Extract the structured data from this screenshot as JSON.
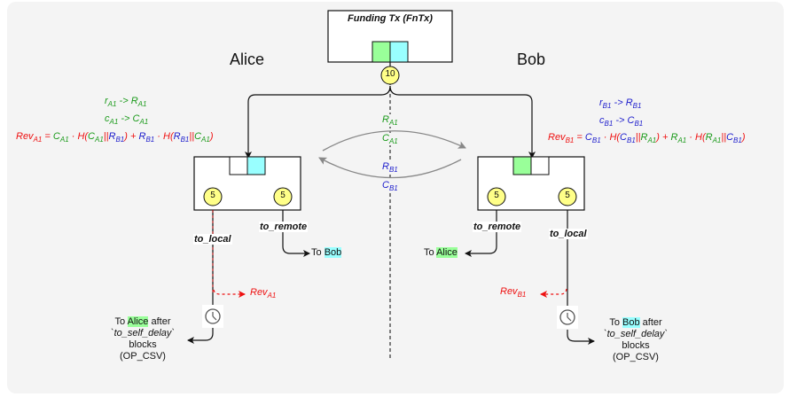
{
  "funding_tx": {
    "title": "Funding Tx (FnTx)",
    "amount": "10",
    "output_colors": [
      "#99ff99",
      "#99ffff"
    ]
  },
  "parties": {
    "alice": {
      "name": "Alice",
      "color": "#1a9a1a",
      "highlight": "#99ff99",
      "key_derivations": [
        {
          "from": "r",
          "from_sub": "A1",
          "arrow": "->",
          "to": "R",
          "to_sub": "A1"
        },
        {
          "from": "c",
          "from_sub": "A1",
          "arrow": "->",
          "to": "C",
          "to_sub": "A1"
        }
      ],
      "revocation_formula": "Rev_A1 = C_A1 · H(C_A1||R_B1) + R_B1 · H(R_B1||C_A1)",
      "commitment_tx": {
        "to_local_amount": "5",
        "to_remote_amount": "5",
        "to_local_label": "to_local",
        "to_remote_label": "to_remote",
        "to_remote_dest_prefix": "To",
        "to_remote_dest_name": "Bob",
        "revocation_label": "Rev",
        "revocation_sub": "A1",
        "delay_text": {
          "line1_prefix": "To",
          "line1_name": "Alice",
          "line1_suffix": "after",
          "line2": "`to_self_delay`",
          "line3": "blocks",
          "line4": "(OP_CSV)"
        }
      }
    },
    "bob": {
      "name": "Bob",
      "color": "#1c1ccc",
      "highlight": "#99ffff",
      "key_derivations": [
        {
          "from": "r",
          "from_sub": "B1",
          "arrow": "->",
          "to": "R",
          "to_sub": "B1"
        },
        {
          "from": "c",
          "from_sub": "B1",
          "arrow": "->",
          "to": "C",
          "to_sub": "B1"
        }
      ],
      "revocation_formula": "Rev_B1 = C_B1 · H(C_B1||R_A1) + R_A1 · H(R_A1||C_B1)",
      "commitment_tx": {
        "to_local_amount": "5",
        "to_remote_amount": "5",
        "to_local_label": "to_local",
        "to_remote_label": "to_remote",
        "to_remote_dest_prefix": "To",
        "to_remote_dest_name": "Alice",
        "revocation_label": "Rev",
        "revocation_sub": "B1",
        "delay_text": {
          "line1_prefix": "To",
          "line1_name": "Bob",
          "line1_suffix": "after",
          "line2": "`to_self_delay`",
          "line3": "blocks",
          "line4": "(OP_CSV)"
        }
      }
    }
  },
  "exchange": {
    "alice_to_bob": [
      {
        "sym": "R",
        "sub": "A1"
      },
      {
        "sym": "C",
        "sub": "A1"
      }
    ],
    "bob_to_alice": [
      {
        "sym": "R",
        "sub": "B1"
      },
      {
        "sym": "C",
        "sub": "B1"
      }
    ]
  },
  "formula_parts": {
    "eq": " = ",
    "dot": " · ",
    "plus": " + ",
    "H_open": "H(",
    "concat": "||",
    "close": ")"
  },
  "icons": {
    "timelock": "clock-icon"
  }
}
